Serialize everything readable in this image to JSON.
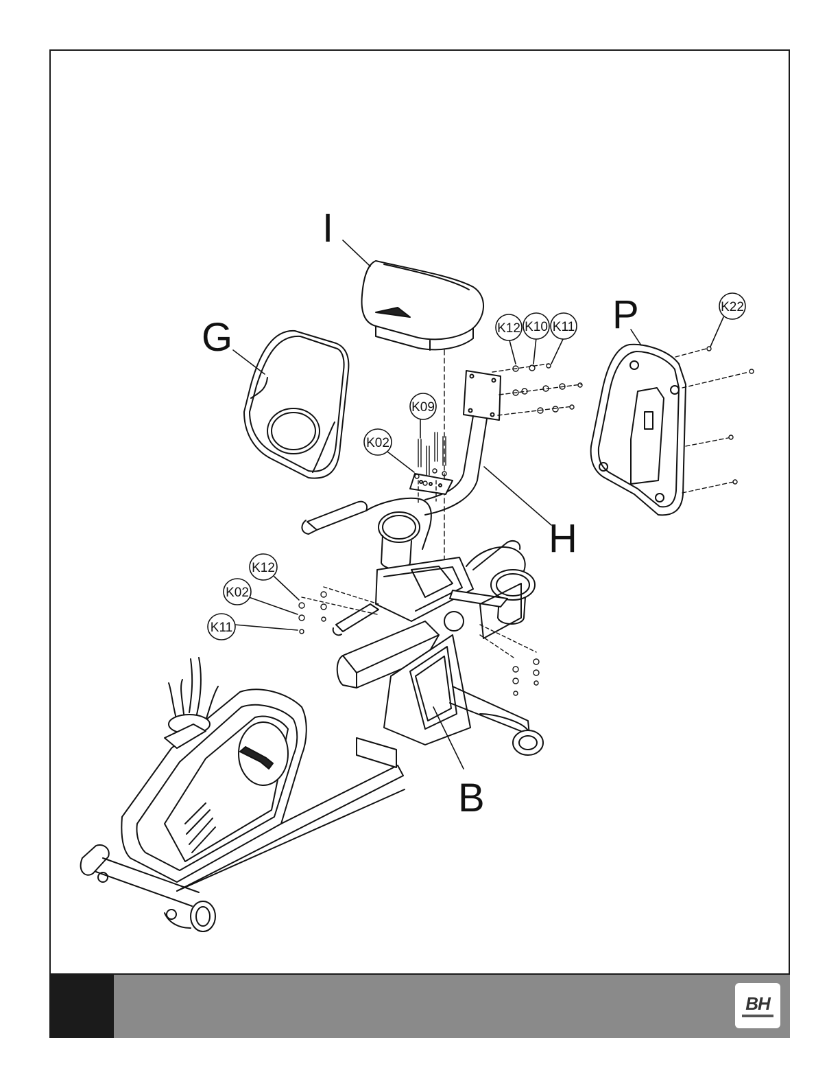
{
  "labels": {
    "seat": "I",
    "backrest": "G",
    "rear_cover": "P",
    "seat_post": "H",
    "frame": "B"
  },
  "callouts": {
    "k12_top": "K12",
    "k10_top": "K10",
    "k11_top": "K11",
    "k22": "K22",
    "k09": "K09",
    "k02_top": "K02",
    "k12_left": "K12",
    "k02_left": "K02",
    "k11_left": "K11"
  },
  "brand": {
    "logo": "BH"
  },
  "colors": {
    "line": "#111111",
    "footer_grey": "#8a8a8a",
    "footer_black": "#1b1b1b"
  }
}
